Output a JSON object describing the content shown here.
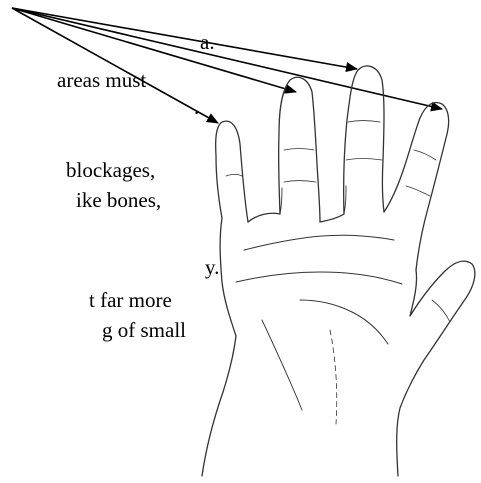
{
  "text_fragments": [
    "a.",
    "areas must",
    ".",
    "blockages,",
    "ike bones,",
    "y.",
    "t far more",
    "g of small"
  ],
  "figure": {
    "subject": "hand-sketch",
    "arrow_count": 4,
    "stroke_color": "#000000"
  }
}
